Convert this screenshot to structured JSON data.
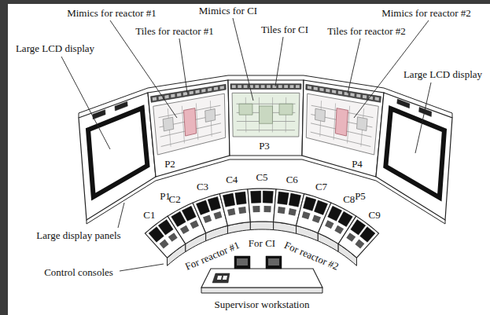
{
  "diagram": {
    "nodes": [
      {
        "text": [
          "P1"
        ]
      },
      {
        "text": [
          "P2"
        ]
      },
      {
        "text": [
          "P3"
        ]
      },
      {
        "text": [
          "P4"
        ]
      },
      {
        "text": [
          "P5"
        ]
      },
      {
        "text": [
          "C1"
        ]
      },
      {
        "text": [
          "C2"
        ]
      },
      {
        "text": [
          "C3"
        ]
      },
      {
        "text": [
          "C4"
        ]
      },
      {
        "text": [
          "C5"
        ]
      },
      {
        "text": [
          "C6"
        ]
      },
      {
        "text": [
          "C7"
        ]
      },
      {
        "text": [
          "C8"
        ]
      },
      {
        "text": [
          "C9"
        ]
      },
      {
        "text": [
          "Supervisor workstation"
        ]
      }
    ],
    "labels": [
      "Mimics for reactor #1",
      "Mimics for CI",
      "Mimics for reactor #2",
      "Tiles for reactor #1",
      "Tiles for CI",
      "Tiles for reactor #2",
      "Large LCD display",
      "Large LCD display",
      "Large display panels",
      "Control consoles",
      "For reactor #1",
      "For CI",
      "For reactor #2"
    ]
  }
}
